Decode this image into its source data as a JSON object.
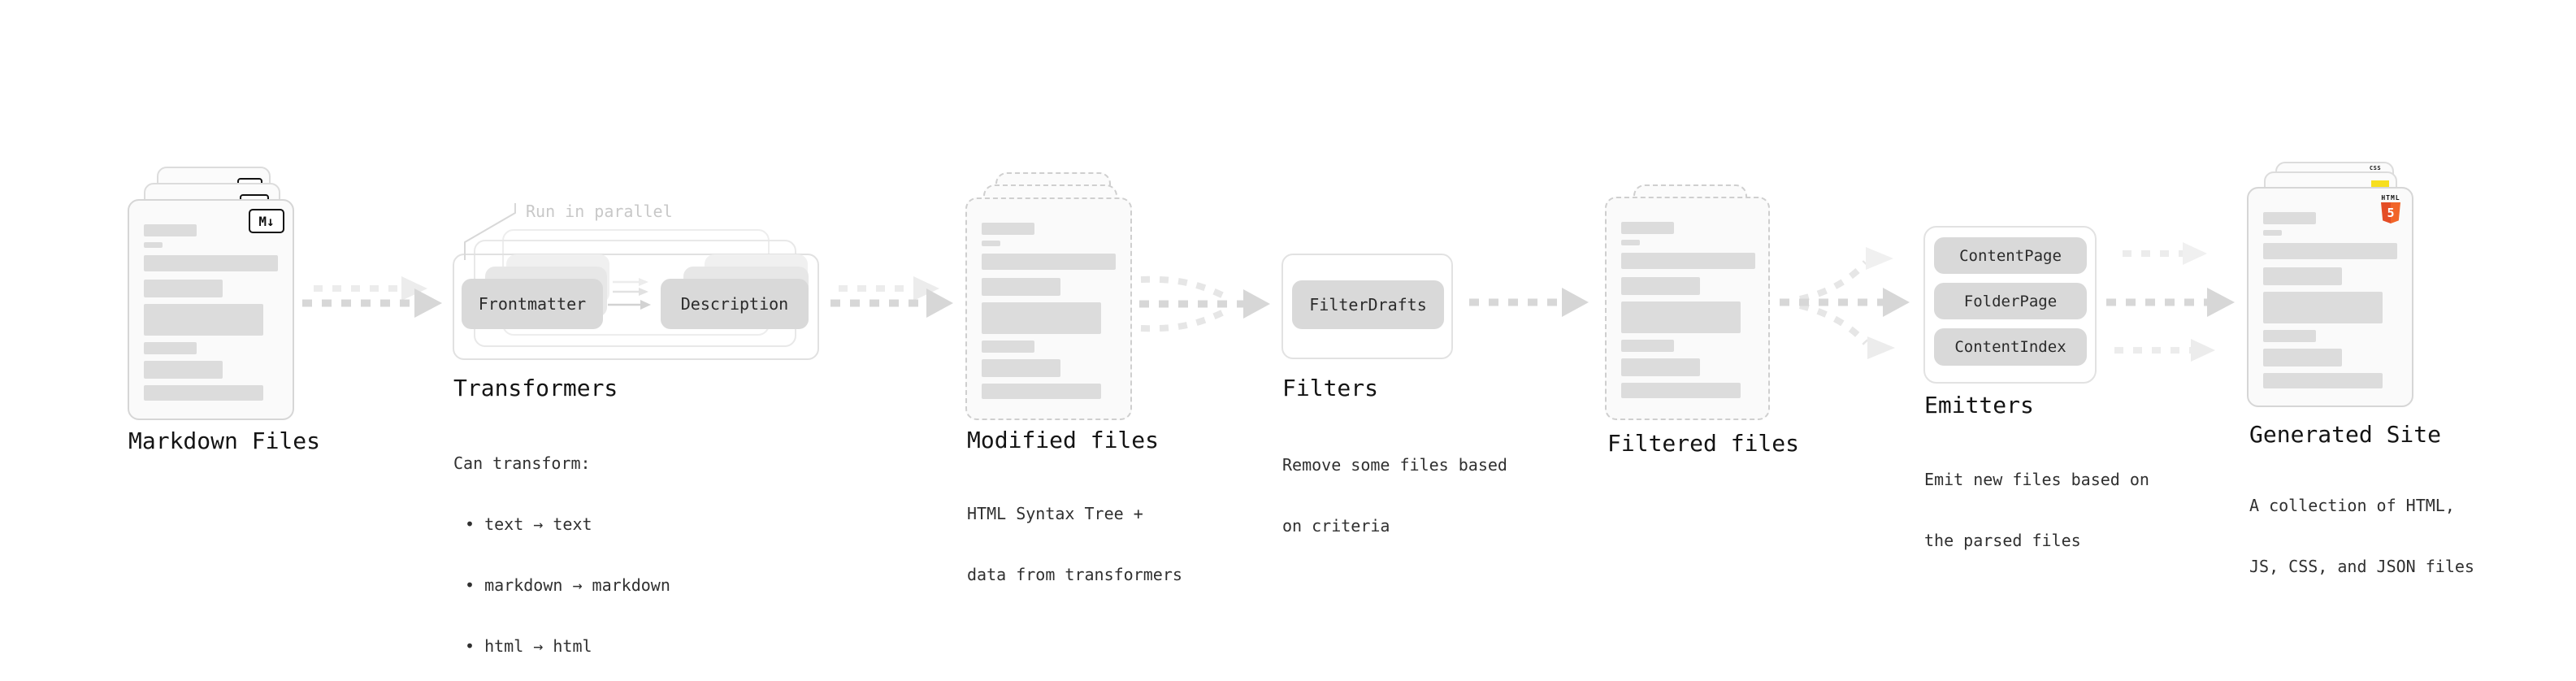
{
  "diagram": {
    "stages": {
      "markdown_files": {
        "title": "Markdown Files",
        "badge": "M↓"
      },
      "transformers": {
        "title": "Transformers",
        "annotation": "Run in parallel",
        "pills": [
          "Frontmatter",
          "Description"
        ],
        "lines": [
          "Can transform:",
          "• text → text",
          "• markdown → markdown",
          "• html → html"
        ]
      },
      "modified_files": {
        "title": "Modified files",
        "lines": [
          "HTML Syntax Tree +",
          "data from transformers"
        ]
      },
      "filters": {
        "title": "Filters",
        "pills": [
          "FilterDrafts"
        ],
        "lines": [
          "Remove some files based",
          "on criteria"
        ]
      },
      "filtered_files": {
        "title": "Filtered files"
      },
      "emitters": {
        "title": "Emitters",
        "pills": [
          "ContentPage",
          "FolderPage",
          "ContentIndex"
        ],
        "lines": [
          "Emit new files based on",
          "the parsed files"
        ]
      },
      "generated_site": {
        "title": "Generated Site",
        "lines": [
          "A collection of HTML,",
          "JS, CSS, and JSON files"
        ],
        "badges": {
          "css": "CSS",
          "html5_word": "HTML",
          "html5_number": "5"
        }
      }
    },
    "flow": [
      {
        "from": "Markdown Files",
        "to": "Transformers",
        "style": "dashed-double-arrow"
      },
      {
        "from": "Transformers",
        "to": "Modified files",
        "style": "dashed-double-arrow"
      },
      {
        "from": "Modified files",
        "to": "Filters",
        "style": "dashed-merge-3-to-1"
      },
      {
        "from": "Filters",
        "to": "Filtered files",
        "style": "dashed-single-arrow"
      },
      {
        "from": "Filtered files",
        "to": "Emitters",
        "style": "dashed-split-1-to-3"
      },
      {
        "from": "Emitters",
        "to": "Generated Site",
        "style": "dashed-triple-arrow"
      }
    ],
    "colors": {
      "card_bg": "#fafafa",
      "card_border": "#d6d6d6",
      "dashed_border": "#cfcfcf",
      "content_bar": "#dcdcdc",
      "pill_bg": "#d9d9d9",
      "ghost_pill": "#e7e7e7",
      "box_border": "#e1e1e1",
      "arrow_dark": "#d7d7d7",
      "arrow_light": "#ececec",
      "annotation_text": "#c8c8c8",
      "title_text": "#141414",
      "body_text": "#303030",
      "html5_orange": "#e44d26",
      "js_yellow": "#f7df1e",
      "css_blue": "#2f6be0",
      "badge_border": "#111111"
    }
  }
}
